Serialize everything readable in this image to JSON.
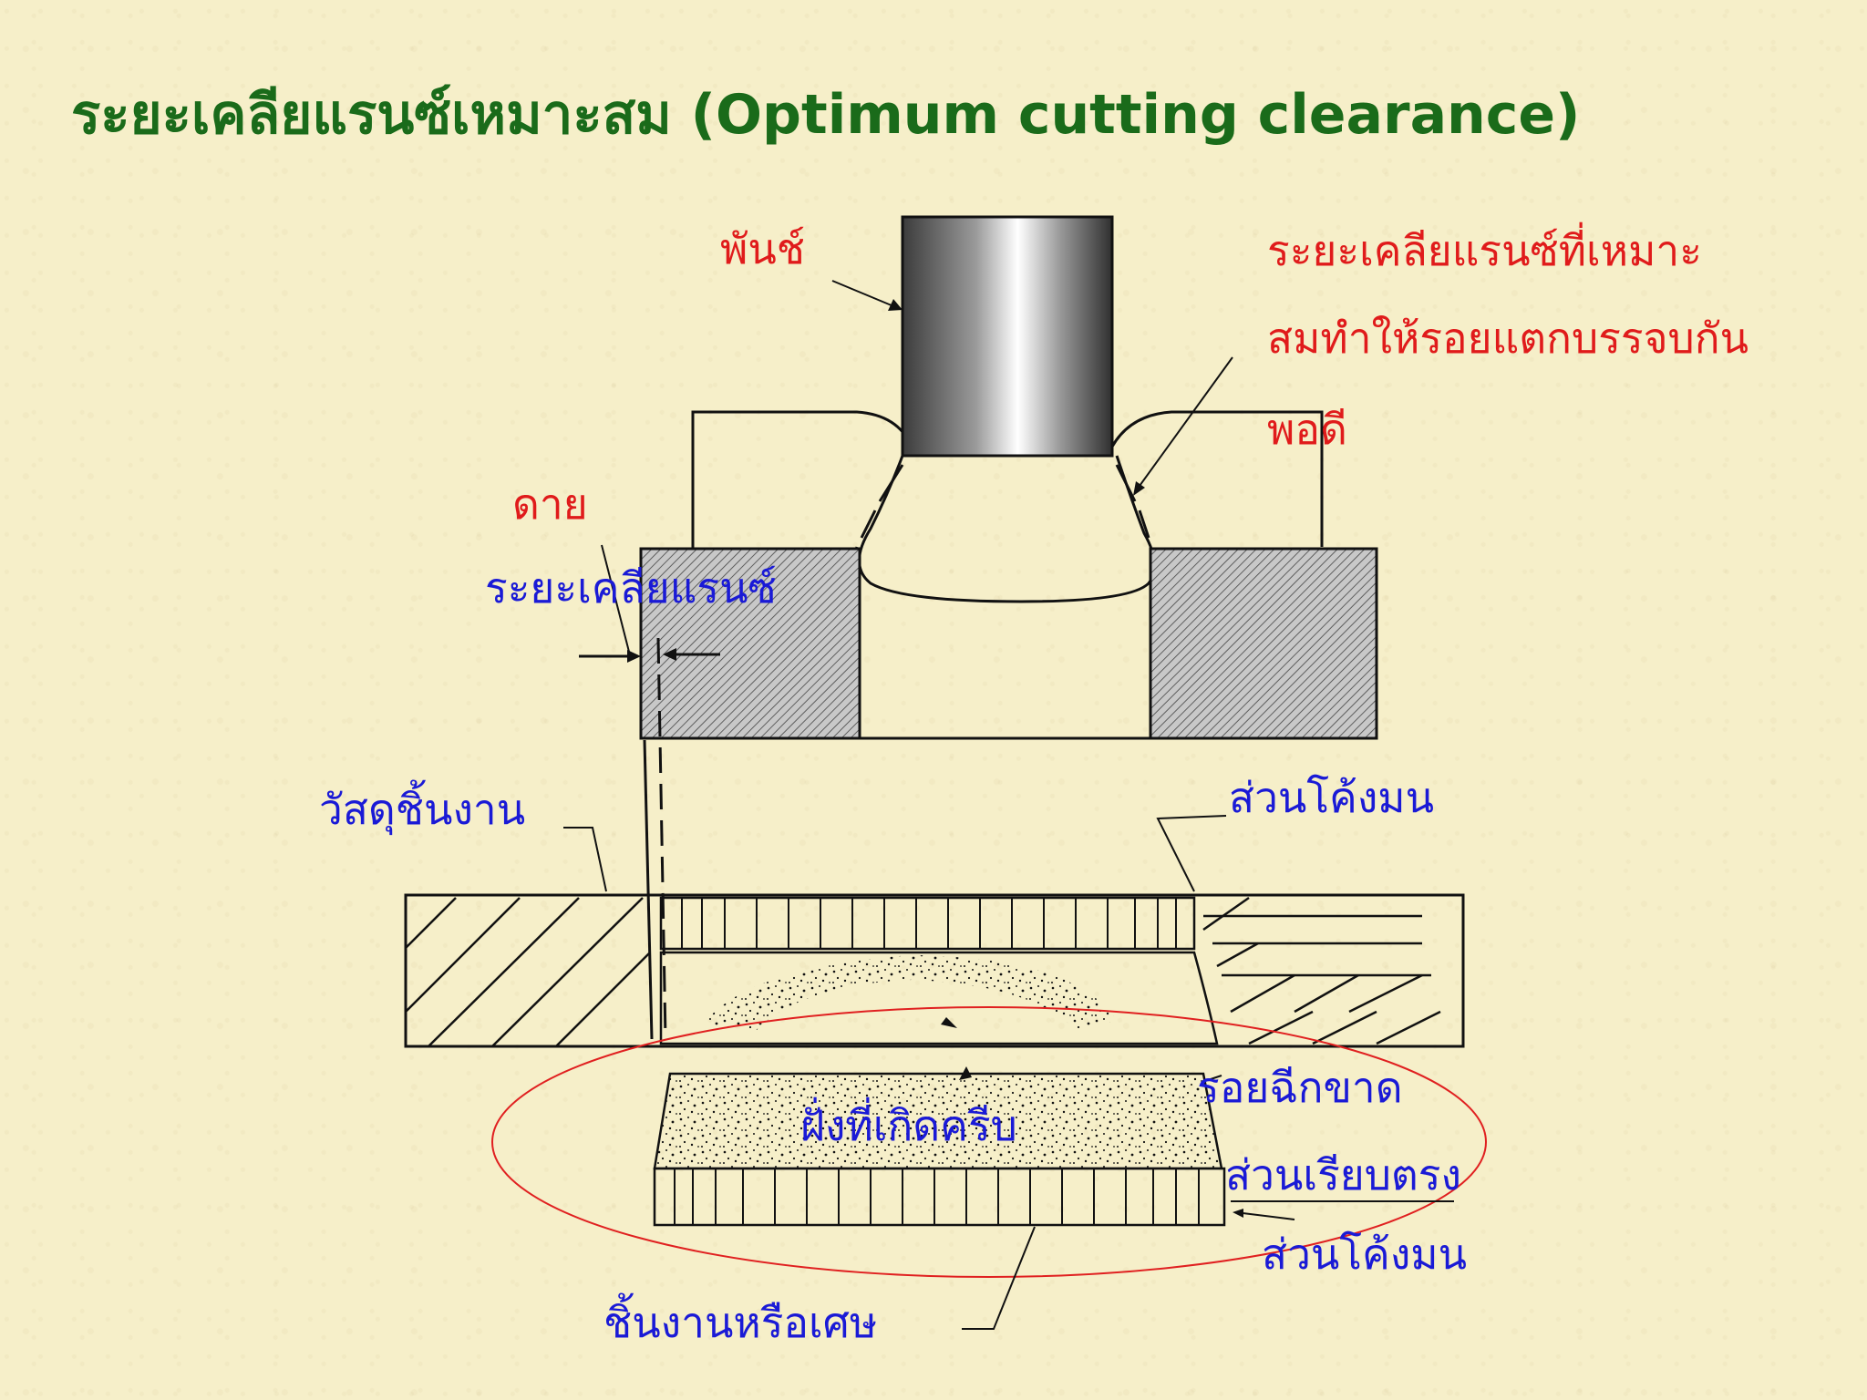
{
  "title": "ระยะเคลียแรนซ์เหมาะสม (Optimum cutting clearance)",
  "labels": {
    "punch": "พันช์",
    "optimum_note_line1": "ระยะเคลียแรนซ์ที่เหมาะ",
    "optimum_note_line2": "สมทำให้รอยแตกบรรจบกัน",
    "optimum_note_line3": "พอดี",
    "die": "ดาย",
    "clearance": "ระยะเคลียแรนซ์",
    "workpiece_material": "วัสดุชิ้นงาน",
    "rollover_top": "ส่วนโค้งมน",
    "burr_side": "ฝั่งที่เกิดครีบ",
    "fracture_zone": "รอยฉีกขาด",
    "burnish_zone": "ส่วนเรียบตรง",
    "rollover_bottom": "ส่วนโค้งมน",
    "part_or_scrap": "ชิ้นงานหรือเศษ"
  },
  "colors": {
    "title": "#1a6b1a",
    "note_red": "#e01b1b",
    "label_blue": "#1a1ad6",
    "highlight_ellipse": "#e02020",
    "background": "#f6efc9"
  }
}
